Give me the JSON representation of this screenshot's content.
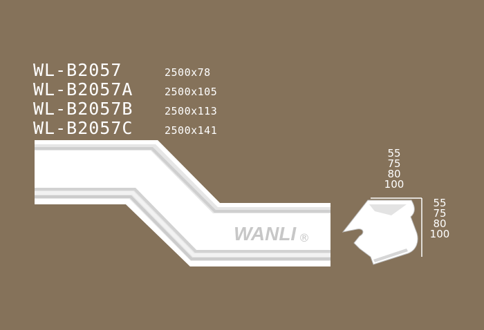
{
  "models": [
    {
      "code": "WL-B2057",
      "size": "2500x78"
    },
    {
      "code": "WL-B2057A",
      "size": "2500x105"
    },
    {
      "code": "WL-B2057B",
      "size": "2500x113"
    },
    {
      "code": "WL-B2057C",
      "size": "2500x141"
    }
  ],
  "brand": {
    "name": "WANLI",
    "mark": "®"
  },
  "widths": [
    "55",
    "75",
    "80",
    "100"
  ],
  "heights": [
    "55",
    "75",
    "80",
    "100"
  ],
  "colors": {
    "background": "#85725a",
    "molding": "#ffffff",
    "shade": "#d9d9d9"
  }
}
